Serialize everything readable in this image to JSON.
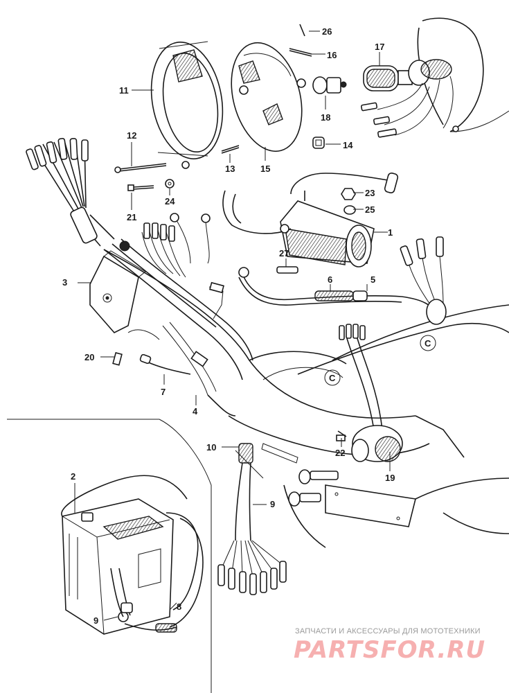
{
  "diagram": {
    "part_numbers": [
      "1",
      "2",
      "3",
      "4",
      "5",
      "6",
      "7",
      "8",
      "9",
      "9",
      "10",
      "11",
      "12",
      "13",
      "14",
      "15",
      "16",
      "17",
      "18",
      "19",
      "20",
      "21",
      "22",
      "23",
      "24",
      "25",
      "26",
      "27"
    ],
    "inset_marker": "C"
  },
  "watermark": {
    "tagline": "ЗАПЧАСТИ И АКСЕССУАРЫ ДЛЯ МОТОТЕХНИКИ",
    "logo": "PARTSFOR.RU"
  }
}
